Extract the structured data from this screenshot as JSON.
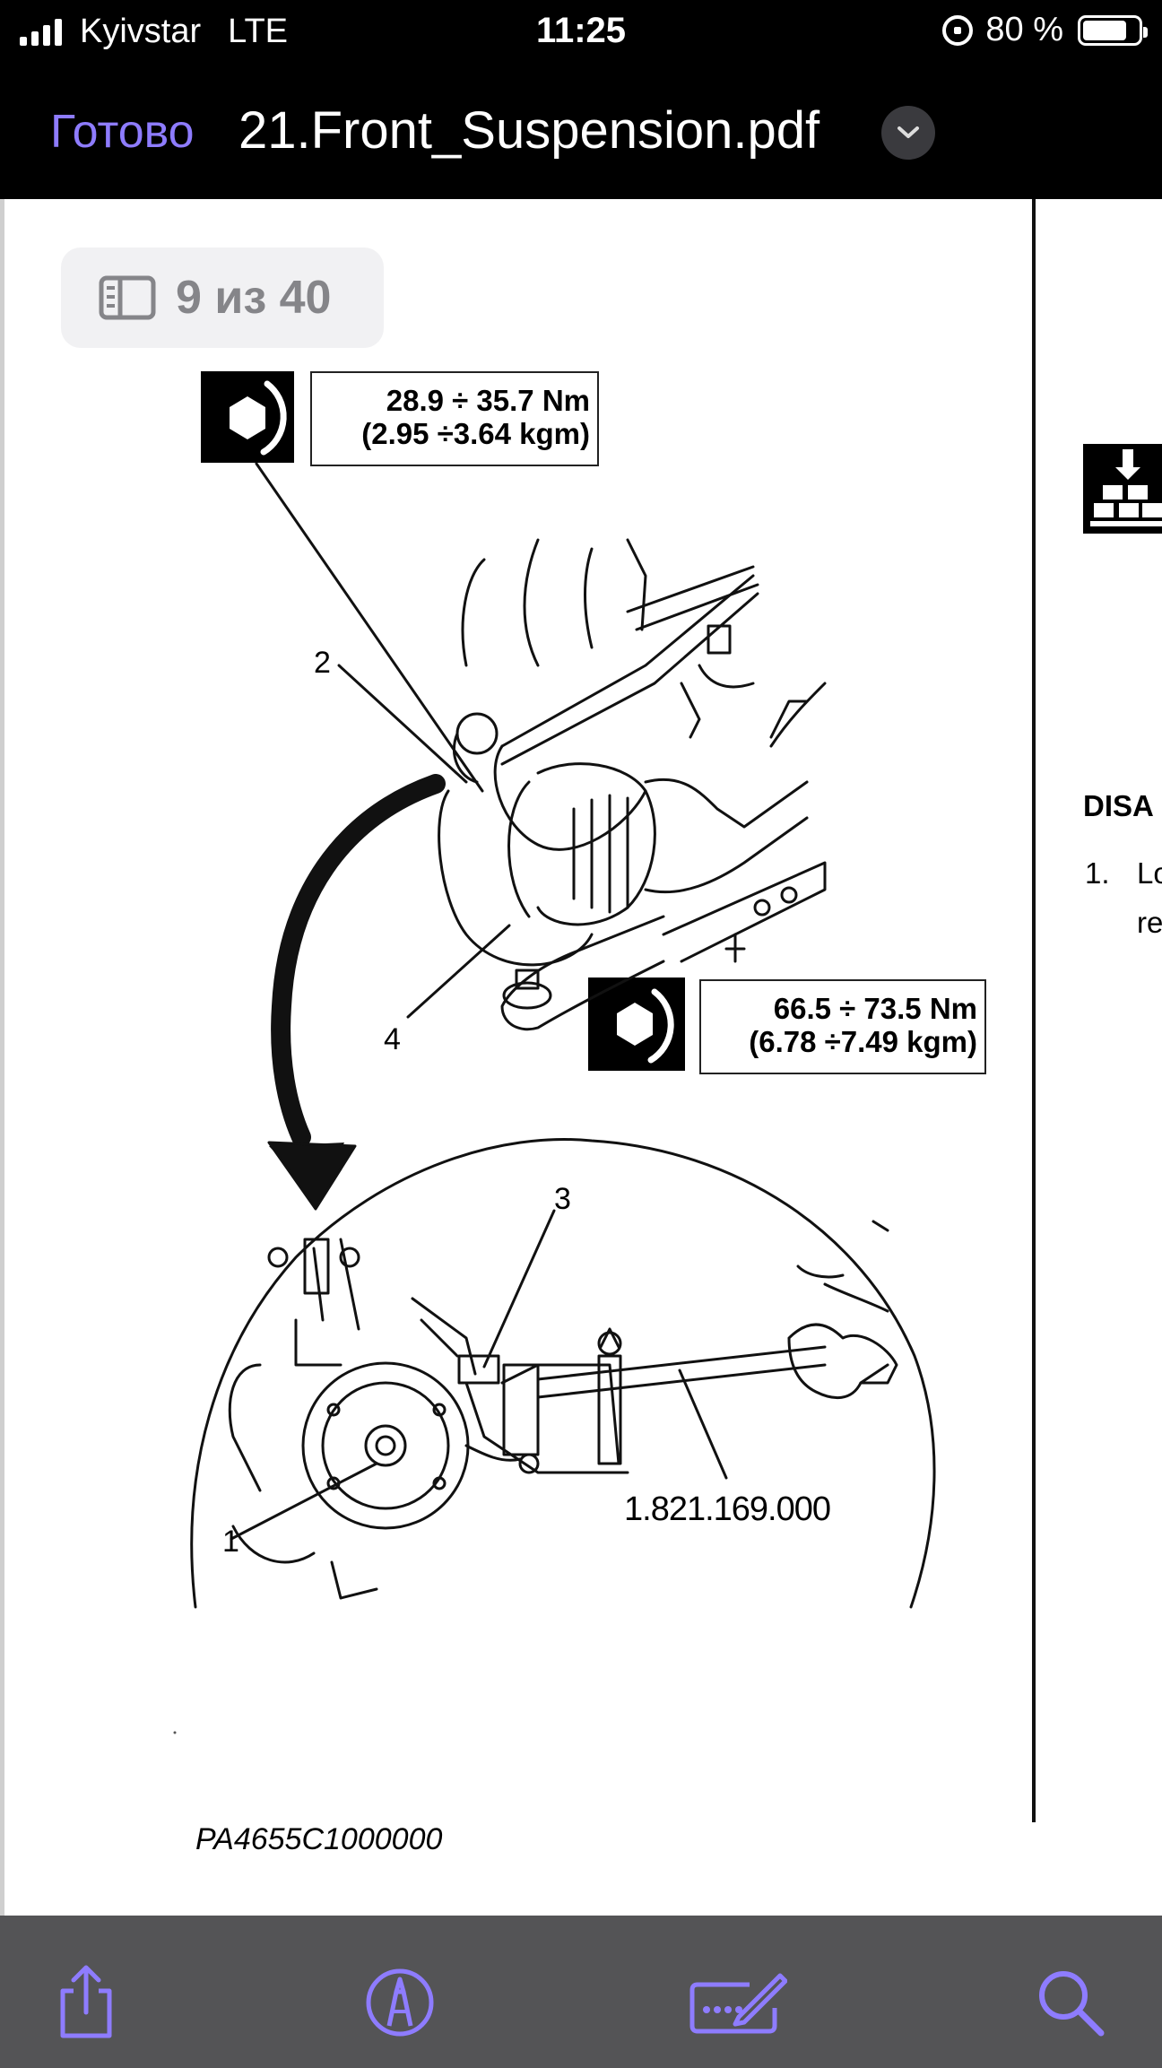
{
  "status_bar": {
    "carrier": "Kyivstar",
    "network": "LTE",
    "time": "11:25",
    "battery_text": "80 %",
    "battery_level": 0.8
  },
  "nav": {
    "done_label": "Готово",
    "title": "21.Front_Suspension.pdf"
  },
  "page_indicator": {
    "text": "9 из 40"
  },
  "figure": {
    "torque_top": [
      "28.9 ÷ 35.7 Nm",
      "(2.95 ÷3.64 kgm)"
    ],
    "torque_bottom": [
      "66.5 ÷ 73.5 Nm",
      "(6.78 ÷7.49 kgm)"
    ],
    "callouts": [
      "1",
      "2",
      "3",
      "4"
    ],
    "tool_part_number": "1.821.169.000",
    "reference_code": "PA4655C1000000"
  },
  "next_page": {
    "heading": "DISA",
    "step_number": "1.",
    "step_line1": "Lo",
    "step_line2": "re"
  },
  "colors": {
    "accent": "#8e7cff",
    "toolbar_bg": "#545456",
    "bar_bg": "#000000"
  },
  "toolbar": {
    "icons": [
      "share-icon",
      "markup-icon",
      "signature-icon",
      "search-icon"
    ]
  }
}
